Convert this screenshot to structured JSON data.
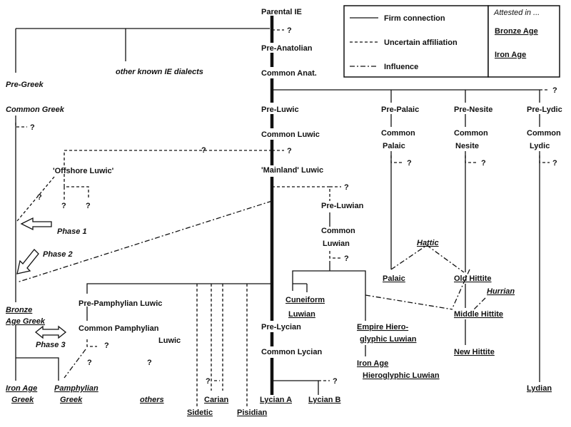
{
  "legend": {
    "firm": "Firm connection",
    "uncertain": "Uncertain affiliation",
    "influence": "Influence",
    "attested_title": "Attested in ...",
    "bronze_age": "Bronze Age",
    "iron_age": "Iron Age"
  },
  "nodes": {
    "parental_ie": "Parental IE",
    "pre_anatolian": "Pre-Anatolian",
    "common_anat": "Common Anat.",
    "pre_greek": "Pre-Greek",
    "common_greek": "Common Greek",
    "other_ie": "other known IE dialects",
    "pre_luwic": "Pre-Luwic",
    "common_luwic": "Common Luwic",
    "pre_palaic": "Pre-Palaic",
    "common_palaic_1": "Common",
    "common_palaic_2": "Palaic",
    "pre_nesite": "Pre-Nesite",
    "common_nesite_1": "Common",
    "common_nesite_2": "Nesite",
    "pre_lydic": "Pre-Lydic",
    "common_lydic_1": "Common",
    "common_lydic_2": "Lydic",
    "offshore_luwic": "'Offshore Luwic'",
    "mainland_luwic": "'Mainland' Luwic",
    "pre_luwian": "Pre-Luwian",
    "common_luwian_1": "Common",
    "common_luwian_2": "Luwian",
    "phase1": "Phase 1",
    "phase2": "Phase 2",
    "phase3": "Phase 3",
    "hattic": "Hattic",
    "palaic": "Palaic",
    "old_hittite": "Old Hittite",
    "hurrian": "Hurrian",
    "middle_hittite": "Middle Hittite",
    "new_hittite": "New Hittite",
    "cuneiform_1": "Cuneiform",
    "cuneiform_2": "Luwian",
    "empire_1": "Empire Hiero-",
    "empire_2": "glyphic Luwian",
    "iron_age_1": "Iron Age",
    "iron_age_2": "Hieroglyphic Luwian",
    "pre_pamphylian": "Pre-Pamphylian Luwic",
    "common_pamphylian_1": "Common Pamphylian",
    "common_pamphylian_2": "Luwic",
    "bronze_greek_1": "Bronze",
    "bronze_greek_2": "Age Greek",
    "pre_lycian": "Pre-Lycian",
    "common_lycian": "Common Lycian",
    "iron_greek_1": "Iron Age",
    "iron_greek_2": "Greek",
    "pamphylian_greek_1": "Pamphylian",
    "pamphylian_greek_2": "Greek",
    "others": "others",
    "sidetic": "Sidetic",
    "carian": "Carian",
    "pisidian": "Pisidian",
    "lycian_a": "Lycian A",
    "lycian_b": "Lycian B",
    "lydian": "Lydian",
    "qmark": "?"
  }
}
